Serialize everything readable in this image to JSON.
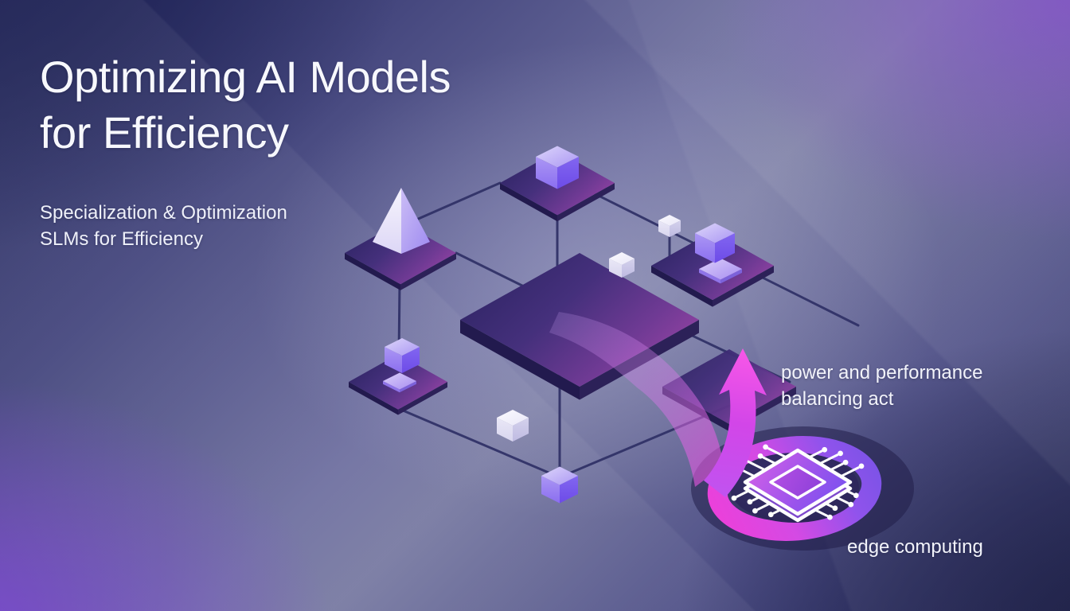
{
  "slide": {
    "title_line1": "Optimizing AI Models",
    "title_line2": "for Efficiency",
    "subtitle_line1": "Specialization & Optimization",
    "subtitle_line2": "SLMs for Efficiency",
    "annotation_line1": "power and performance",
    "annotation_line2": "balancing act",
    "edge_label": "edge computing"
  },
  "scene": {
    "icons": {
      "chip": "chip-icon",
      "arrow": "curved-up-arrow-icon",
      "network": "isometric-network-grid",
      "pyramid": "pyramid-icon",
      "cube": "cube-icon"
    },
    "colors": {
      "accent_magenta": "#e844dd",
      "accent_violet": "#8b5cf6",
      "platform_dark": "#2f2566",
      "platform_magenta": "#9a44a4",
      "cube_purple": "#8b72f0",
      "cube_white": "#f0effa",
      "network_line": "#2f3066",
      "background_navy": "#262a5c",
      "background_lilac": "#7678a3",
      "text": "#f4f5fb"
    }
  }
}
